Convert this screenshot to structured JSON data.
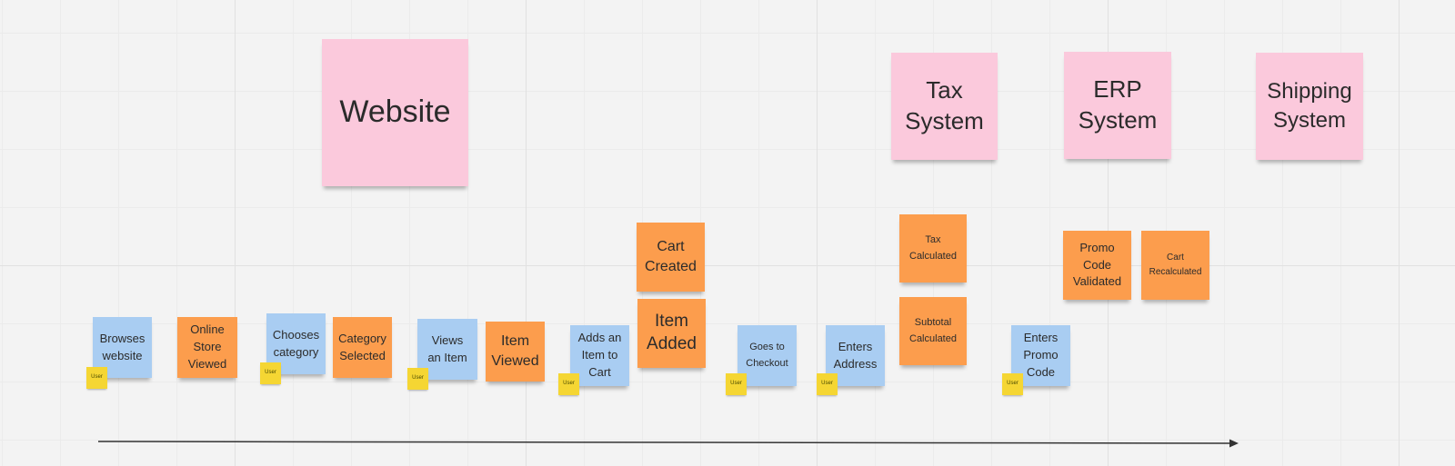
{
  "systems": {
    "website": "Website",
    "tax": "Tax\nSystem",
    "erp": "ERP\nSystem",
    "shipping": "Shipping\nSystem"
  },
  "commands": {
    "browses_website": "Browses\nwebsite",
    "chooses_category": "Chooses\ncategory",
    "views_item": "Views\nan Item",
    "adds_item_to_cart": "Adds an\nItem to\nCart",
    "goes_to_checkout": "Goes to\nCheckout",
    "enters_address": "Enters\nAddress",
    "enters_promo_code": "Enters\nPromo\nCode"
  },
  "events": {
    "online_store_viewed": "Online\nStore\nViewed",
    "category_selected": "Category\nSelected",
    "item_viewed": "Item\nViewed",
    "cart_created": "Cart\nCreated",
    "item_added": "Item\nAdded",
    "tax_calculated": "Tax\nCalculated",
    "subtotal_calculated": "Subtotal\nCalculated",
    "promo_code_validated": "Promo\nCode\nValidated",
    "cart_recalculated": "Cart\nRecalculated"
  },
  "actor": {
    "label": "User"
  },
  "colors": {
    "system": "#fbc9dc",
    "event": "#fc9d4d",
    "command": "#a9cdf2",
    "actor": "#f5d633",
    "timeline": "#333333"
  }
}
